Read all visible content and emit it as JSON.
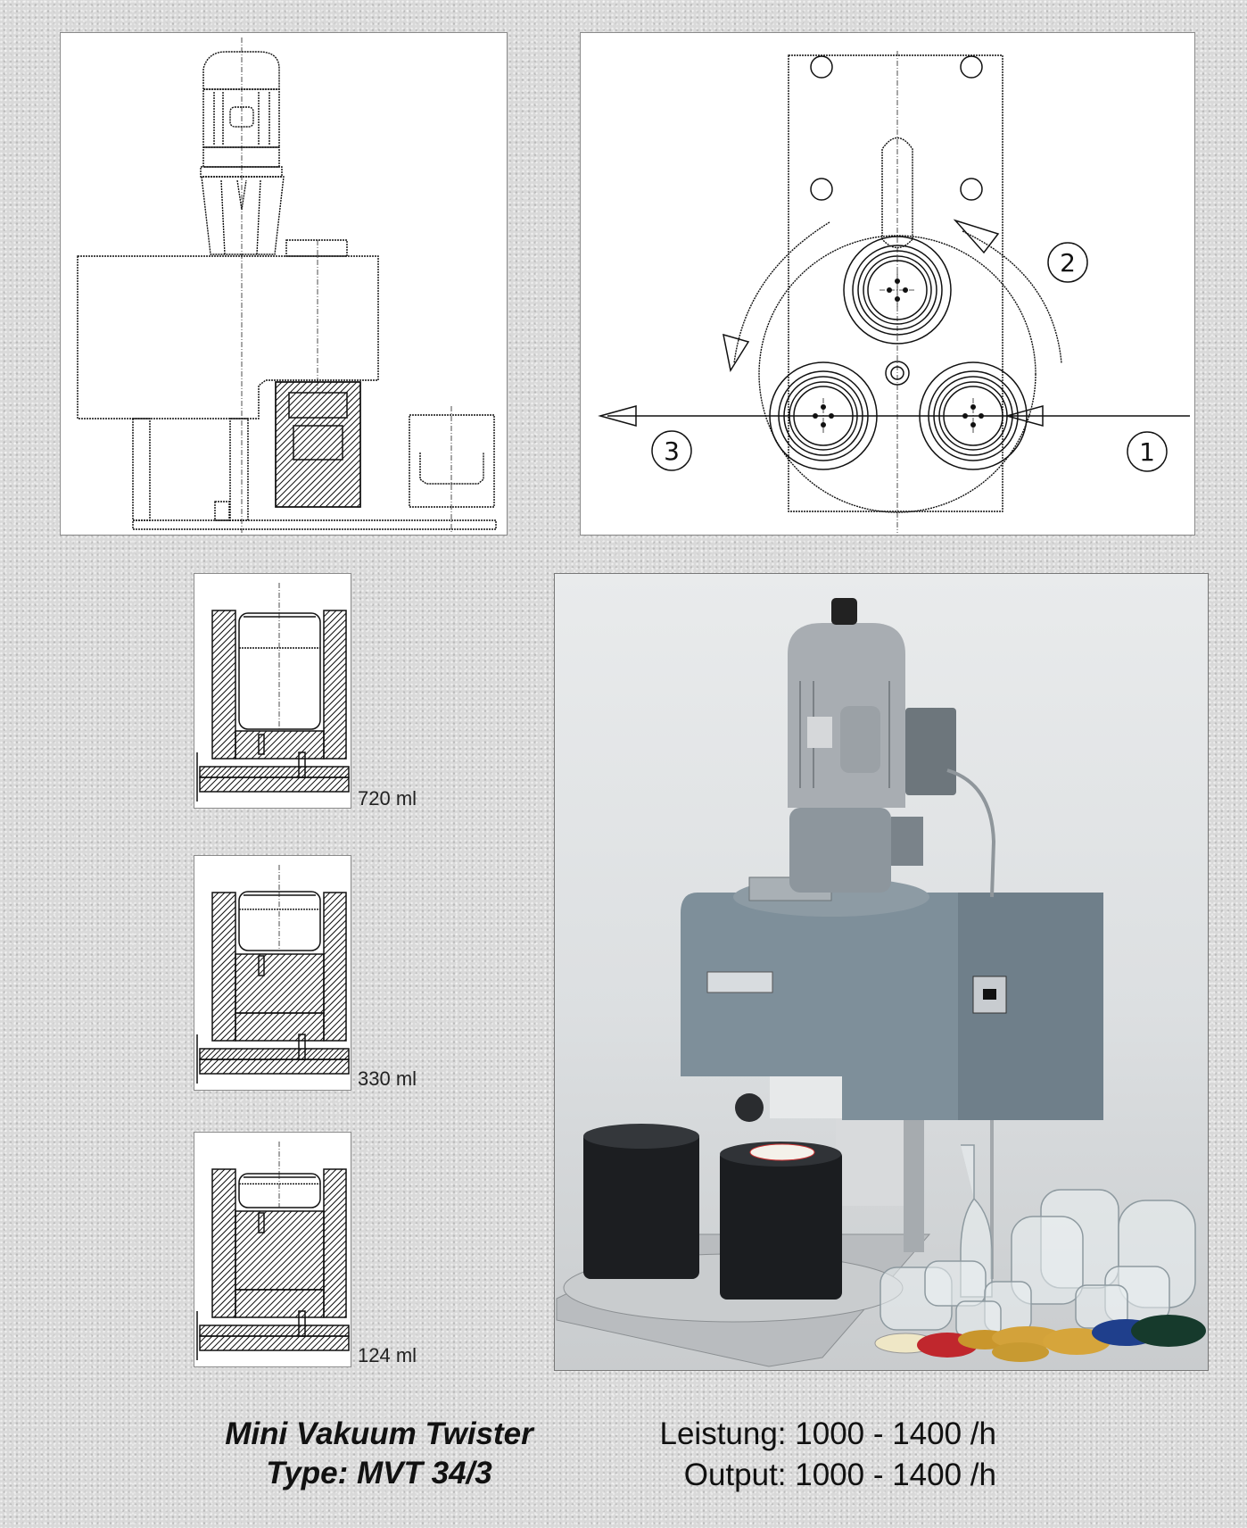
{
  "drawings": {
    "side_view": {
      "name": "side-section-drawing"
    },
    "top_view": {
      "station_labels": [
        "1",
        "2",
        "3"
      ]
    }
  },
  "chuck_variants": [
    {
      "label": "720 ml"
    },
    {
      "label": "330 ml"
    },
    {
      "label": "124 ml"
    }
  ],
  "product": {
    "title": "Mini Vakuum Twister",
    "type_line": "Type: MVT 34/3"
  },
  "specs": {
    "leistung": "Leistung: 1000 - 1400 /h",
    "output": "Output: 1000 - 1400 /h"
  },
  "colors": {
    "housing": "#7e8f9a",
    "motor": "#a8adb2",
    "cylinder": "#1b1d20"
  }
}
